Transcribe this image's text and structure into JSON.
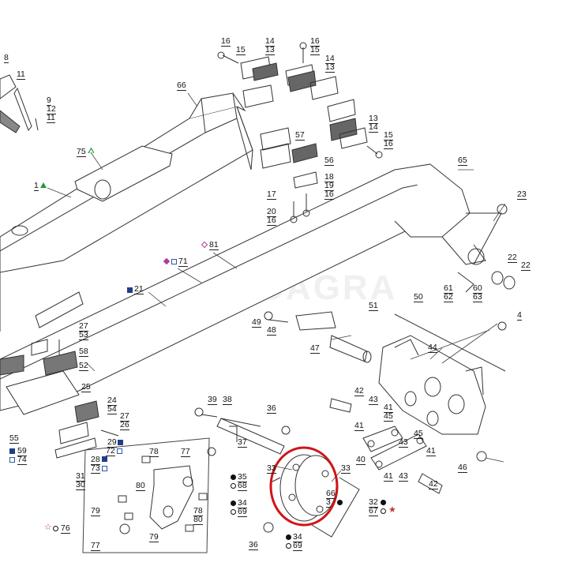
{
  "watermark": "SPECAGRA",
  "colors": {
    "line": "#333333",
    "highlight_circle": "#d01515",
    "square_blue": "#1f3e86",
    "triangle_green": "#1f9a3c",
    "diamond_magenta": "#b03aa0",
    "star_red": "#c0392b"
  },
  "highlight": {
    "label": "highlighted-pivot-hub"
  },
  "callouts": [
    {
      "id": "c8",
      "text": "8"
    },
    {
      "id": "c11",
      "text": "11"
    },
    {
      "id": "c9",
      "text": "9"
    },
    {
      "id": "c12",
      "text": "12"
    },
    {
      "id": "c11b",
      "text": "11"
    },
    {
      "id": "c66",
      "text": "66"
    },
    {
      "id": "c16a",
      "text": "16"
    },
    {
      "id": "c15a",
      "text": "15"
    },
    {
      "id": "c14a",
      "text": "14"
    },
    {
      "id": "c13a",
      "text": "13"
    },
    {
      "id": "c16b",
      "text": "16"
    },
    {
      "id": "c15b",
      "text": "15"
    },
    {
      "id": "c14b",
      "text": "14"
    },
    {
      "id": "c13b",
      "text": "13"
    },
    {
      "id": "c13c",
      "text": "13"
    },
    {
      "id": "c14c",
      "text": "14"
    },
    {
      "id": "c15c",
      "text": "15"
    },
    {
      "id": "c16c",
      "text": "16"
    },
    {
      "id": "c75",
      "text": "75"
    },
    {
      "id": "c57",
      "text": "57"
    },
    {
      "id": "c56",
      "text": "56"
    },
    {
      "id": "c65",
      "text": "65"
    },
    {
      "id": "c1",
      "text": "1"
    },
    {
      "id": "c18",
      "text": "18"
    },
    {
      "id": "c19",
      "text": "19"
    },
    {
      "id": "c17",
      "text": "17"
    },
    {
      "id": "c16d",
      "text": "16"
    },
    {
      "id": "c23",
      "text": "23"
    },
    {
      "id": "c20",
      "text": "20"
    },
    {
      "id": "c16e",
      "text": "16"
    },
    {
      "id": "c81",
      "text": "81"
    },
    {
      "id": "c71",
      "text": "71"
    },
    {
      "id": "c22a",
      "text": "22"
    },
    {
      "id": "c22b",
      "text": "22"
    },
    {
      "id": "c61",
      "text": "61"
    },
    {
      "id": "c60",
      "text": "60"
    },
    {
      "id": "c62",
      "text": "62"
    },
    {
      "id": "c63",
      "text": "63"
    },
    {
      "id": "c21",
      "text": "21"
    },
    {
      "id": "c51",
      "text": "51"
    },
    {
      "id": "c50",
      "text": "50"
    },
    {
      "id": "c49",
      "text": "49"
    },
    {
      "id": "c4",
      "text": "4"
    },
    {
      "id": "c48",
      "text": "48"
    },
    {
      "id": "c27a",
      "text": "27"
    },
    {
      "id": "c53",
      "text": "53"
    },
    {
      "id": "c47",
      "text": "47"
    },
    {
      "id": "c44",
      "text": "44"
    },
    {
      "id": "c58",
      "text": "58"
    },
    {
      "id": "c52",
      "text": "52"
    },
    {
      "id": "c25",
      "text": "25"
    },
    {
      "id": "c42a",
      "text": "42"
    },
    {
      "id": "c39",
      "text": "39"
    },
    {
      "id": "c38",
      "text": "38"
    },
    {
      "id": "c43a",
      "text": "43"
    },
    {
      "id": "c41a",
      "text": "41"
    },
    {
      "id": "c45a",
      "text": "45"
    },
    {
      "id": "c24",
      "text": "24"
    },
    {
      "id": "c54",
      "text": "54"
    },
    {
      "id": "c36a",
      "text": "36"
    },
    {
      "id": "c27b",
      "text": "27"
    },
    {
      "id": "c26",
      "text": "26"
    },
    {
      "id": "c41b",
      "text": "41"
    },
    {
      "id": "c45b",
      "text": "45"
    },
    {
      "id": "c55",
      "text": "55"
    },
    {
      "id": "c29",
      "text": "29"
    },
    {
      "id": "c37",
      "text": "37"
    },
    {
      "id": "c43b",
      "text": "43"
    },
    {
      "id": "c41c",
      "text": "41"
    },
    {
      "id": "c59",
      "text": "59"
    },
    {
      "id": "c72",
      "text": "72"
    },
    {
      "id": "c78a",
      "text": "78"
    },
    {
      "id": "c77a",
      "text": "77"
    },
    {
      "id": "c74",
      "text": "74"
    },
    {
      "id": "c28",
      "text": "28"
    },
    {
      "id": "c73",
      "text": "73"
    },
    {
      "id": "c40",
      "text": "40"
    },
    {
      "id": "c46",
      "text": "46"
    },
    {
      "id": "c33a",
      "text": "33"
    },
    {
      "id": "c33b",
      "text": "33"
    },
    {
      "id": "c31",
      "text": "31"
    },
    {
      "id": "c35",
      "text": "35"
    },
    {
      "id": "c41d",
      "text": "41"
    },
    {
      "id": "c43c",
      "text": "43"
    },
    {
      "id": "c42b",
      "text": "42"
    },
    {
      "id": "c68",
      "text": "68"
    },
    {
      "id": "c80a",
      "text": "80"
    },
    {
      "id": "c30",
      "text": "30"
    },
    {
      "id": "c66b",
      "text": "66"
    },
    {
      "id": "c3x",
      "text": "3"
    },
    {
      "id": "c34a",
      "text": "34"
    },
    {
      "id": "c32",
      "text": "32"
    },
    {
      "id": "c79a",
      "text": "79"
    },
    {
      "id": "c78b",
      "text": "78"
    },
    {
      "id": "c69a",
      "text": "69"
    },
    {
      "id": "c67",
      "text": "67"
    },
    {
      "id": "c80b",
      "text": "80"
    },
    {
      "id": "c76",
      "text": "76"
    },
    {
      "id": "c79b",
      "text": "79"
    },
    {
      "id": "c34b",
      "text": "34"
    },
    {
      "id": "c36b",
      "text": "36"
    },
    {
      "id": "c69b",
      "text": "69"
    },
    {
      "id": "c77b",
      "text": "77"
    }
  ]
}
